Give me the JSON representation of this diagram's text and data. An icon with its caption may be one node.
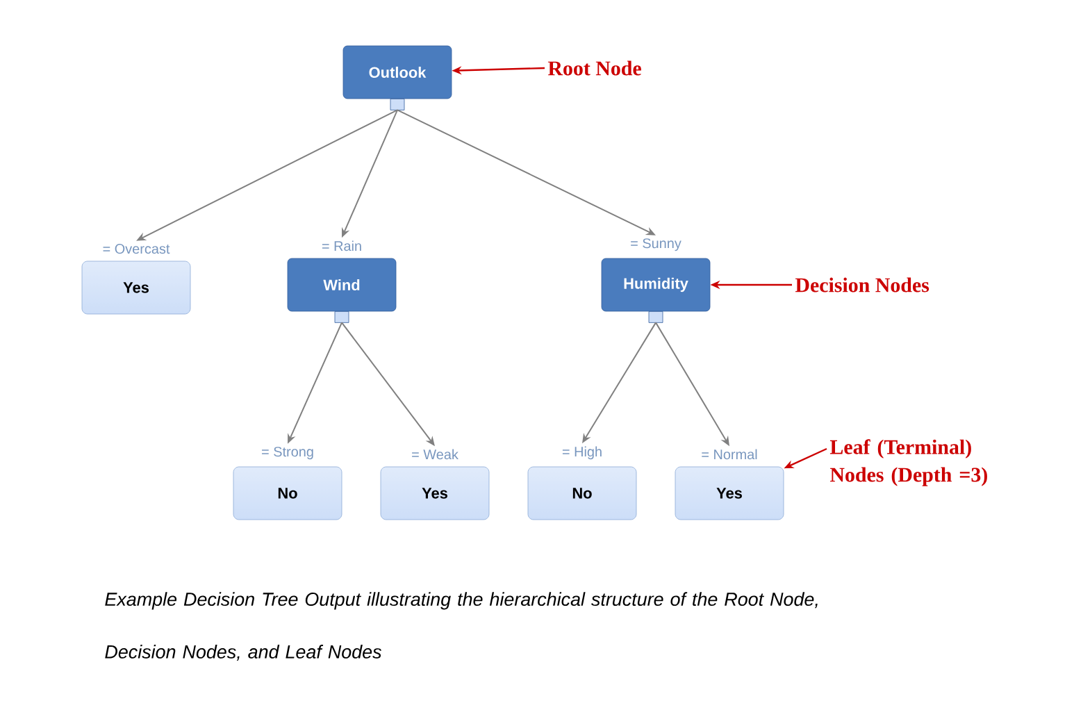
{
  "diagram": {
    "caption": "Example Decision Tree Output illustrating the hierarchical structure of the Root Node, Decision Nodes, and Leaf Nodes",
    "nodes": [
      {
        "text": [
          "Outlook"
        ]
      },
      {
        "text": [
          "Yes"
        ],
        "beside": [
          "= Overcast"
        ]
      },
      {
        "text": [
          "Wind"
        ],
        "beside": [
          "= Rain"
        ]
      },
      {
        "text": [
          "Humidity"
        ],
        "beside": [
          "= Sunny"
        ]
      },
      {
        "text": [
          "No"
        ],
        "beside": [
          "= Strong"
        ]
      },
      {
        "text": [
          "Yes"
        ],
        "beside": [
          "= Weak"
        ]
      },
      {
        "text": [
          "No"
        ],
        "beside": [
          "= High"
        ]
      },
      {
        "text": [
          "Yes"
        ],
        "beside": [
          "= Normal"
        ]
      },
      {
        "text": [
          "Root Node"
        ]
      },
      {
        "text": [
          "Decision Nodes"
        ]
      },
      {
        "text": [
          "Leaf (Terminal) Nodes (Depth =3)"
        ]
      }
    ],
    "edges": [
      {
        "from": 0,
        "to": 1,
        "arrow": "to"
      },
      {
        "from": 0,
        "to": 2,
        "arrow": "to"
      },
      {
        "from": 0,
        "to": 3,
        "arrow": "to"
      },
      {
        "from": 2,
        "to": 4,
        "arrow": "to"
      },
      {
        "from": 2,
        "to": 5,
        "arrow": "to"
      },
      {
        "from": 3,
        "to": 6,
        "arrow": "to"
      },
      {
        "from": 3,
        "to": 7,
        "arrow": "to"
      },
      {
        "from": 8,
        "to": 0,
        "arrow": "to",
        "color": "#cc0000"
      },
      {
        "from": 9,
        "to": 3,
        "arrow": "to",
        "color": "#cc0000"
      },
      {
        "from": 10,
        "to": 7,
        "arrow": "to",
        "color": "#cc0000"
      }
    ]
  }
}
